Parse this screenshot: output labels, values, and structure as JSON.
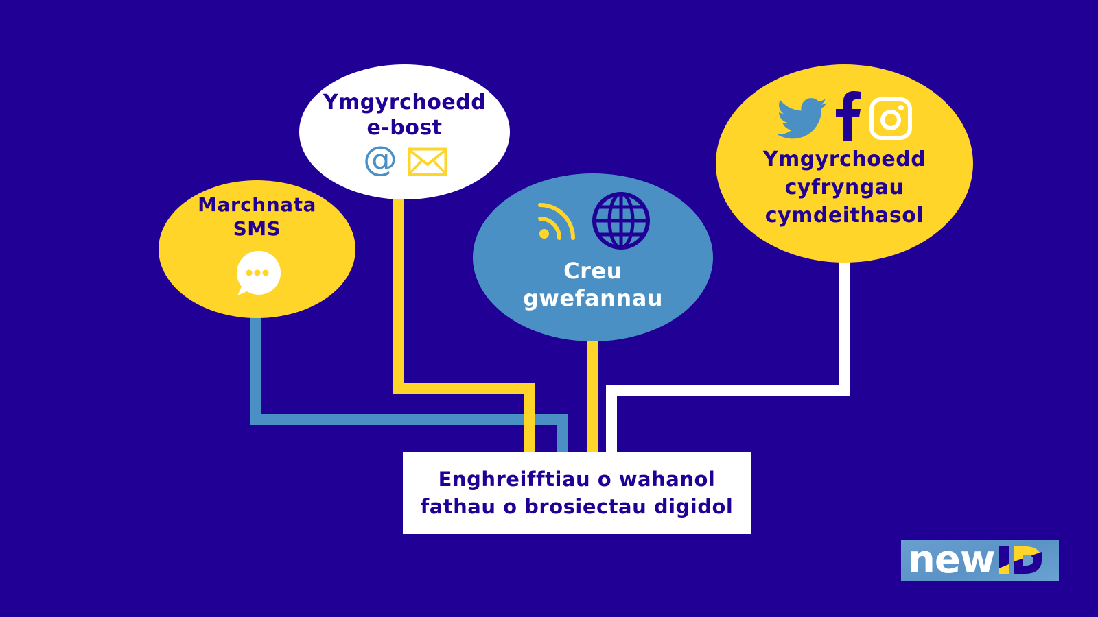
{
  "diagram": {
    "center": {
      "line1": "Enghreifftiau o wahanol",
      "line2": "fathau o brosiectau digidol"
    },
    "nodes": [
      {
        "id": "sms",
        "line1": "Marchnata",
        "line2": "SMS",
        "icons": [
          "chat-bubble-icon"
        ],
        "fill": "#ffd52a",
        "connector_color": "#4a90c4"
      },
      {
        "id": "email",
        "line1": "Ymgyrchoedd",
        "line2": "e-bost",
        "icons": [
          "at-sign-icon",
          "envelope-icon"
        ],
        "fill": "#ffffff",
        "connector_color": "#ffd52a"
      },
      {
        "id": "web",
        "line1": "Creu",
        "line2": "gwefannau",
        "icons": [
          "rss-feed-icon",
          "globe-icon"
        ],
        "fill": "#4a90c4",
        "connector_color": "#ffd52a"
      },
      {
        "id": "social",
        "line1": "Ymgyrchoedd",
        "line2": "cyfryngau",
        "line3": "cymdeithasol",
        "icons": [
          "twitter-icon",
          "facebook-icon",
          "instagram-icon"
        ],
        "fill": "#ffd52a",
        "connector_color": "#ffffff"
      }
    ]
  },
  "logo": {
    "text_new": "new",
    "text_id": "ID"
  },
  "colors": {
    "background": "#210096",
    "yellow": "#ffd52a",
    "blue": "#4a90c4",
    "white": "#ffffff",
    "navy_text": "#210096"
  }
}
